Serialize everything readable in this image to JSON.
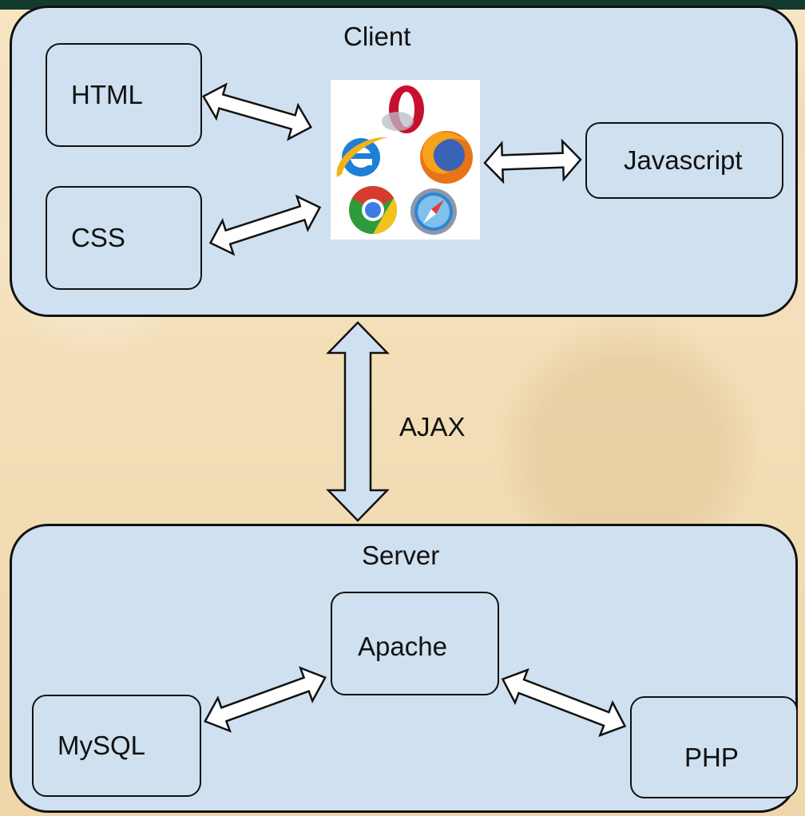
{
  "client": {
    "title": "Client",
    "boxes": {
      "html": "HTML",
      "css": "CSS",
      "javascript": "Javascript"
    },
    "browsers": [
      "opera-icon",
      "internet-explorer-icon",
      "firefox-icon",
      "chrome-icon",
      "safari-icon"
    ]
  },
  "connection": {
    "label": "AJAX"
  },
  "server": {
    "title": "Server",
    "boxes": {
      "apache": "Apache",
      "mysql": "MySQL",
      "php": "PHP"
    }
  },
  "colors": {
    "panel": "#cfe0f0",
    "background": "#f3dfb8",
    "topbar": "#123b2e",
    "stroke": "#111111"
  }
}
